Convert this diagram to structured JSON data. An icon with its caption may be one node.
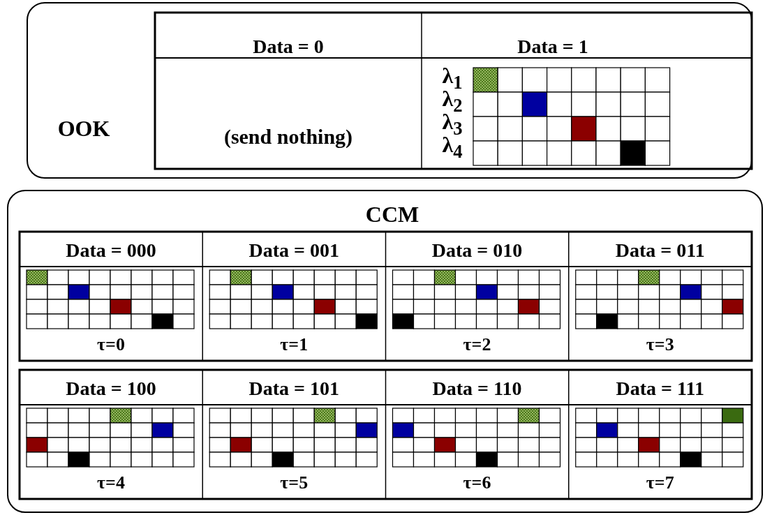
{
  "diagram": {
    "nodes": [
      {
        "text": [
          "OOK"
        ]
      },
      {
        "text": [
          "CCM"
        ]
      }
    ],
    "labels": [
      "Data = 0",
      "Data = 1",
      "(send nothing)",
      "λ$_{1}$",
      "λ$_{2}$",
      "λ$_{3}$",
      "λ$_{4}$",
      "Data = 000",
      "Data = 001",
      "Data = 010",
      "Data = 011",
      "τ=0",
      "τ=1",
      "τ=2",
      "τ=3",
      "Data = 100",
      "Data = 101",
      "Data = 110",
      "Data = 111",
      "τ=4",
      "τ=5",
      "τ=6",
      "τ=7"
    ]
  }
}
